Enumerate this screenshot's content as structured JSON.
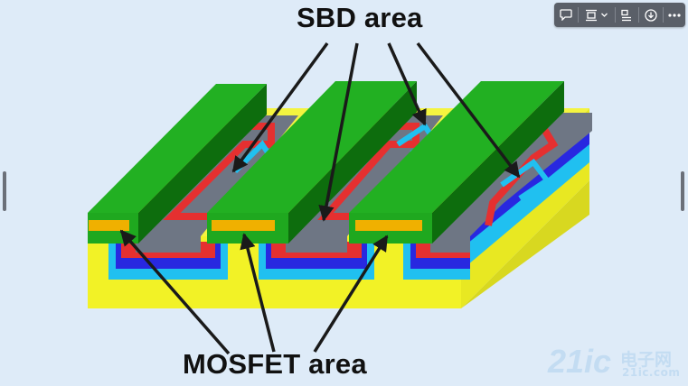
{
  "diagram": {
    "labels": {
      "sbd": "SBD area",
      "mosfet": "MOSFET area"
    },
    "colors": {
      "substrate_yellow": "#f2f226",
      "gate_green": "#1fa81f",
      "gate_green_dark": "#0d6d0d",
      "gate_top_light": "#22b022",
      "gray": "#6e7684",
      "red": "#e53030",
      "blue": "#2828e0",
      "cyan": "#20c0f0",
      "orange": "#f0b000",
      "arrow": "#1a1a1a"
    }
  },
  "toolbar": {
    "buttons": [
      {
        "name": "comment-icon"
      },
      {
        "name": "frame-icon"
      },
      {
        "name": "chevron-down-icon"
      },
      {
        "name": "layout-icon"
      },
      {
        "name": "download-icon"
      },
      {
        "name": "more-icon"
      }
    ]
  },
  "watermark": {
    "number": "21ic",
    "chinese": "电子网",
    "web": "21ic.com"
  }
}
